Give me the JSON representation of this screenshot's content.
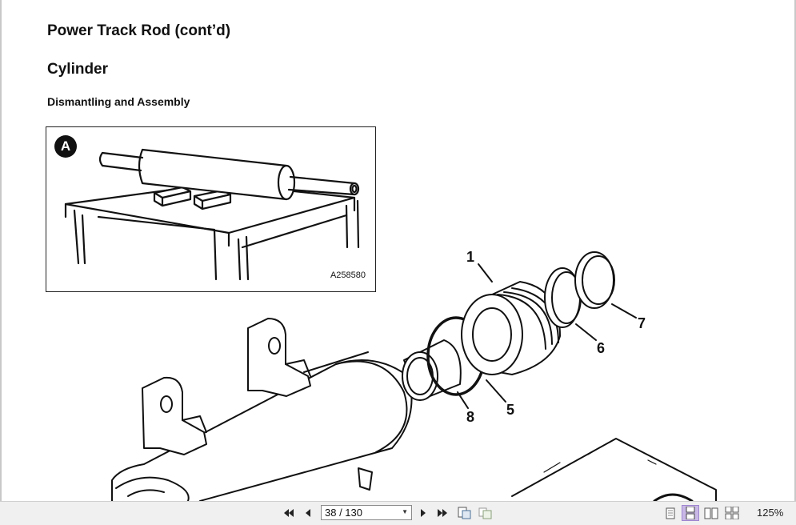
{
  "document": {
    "title": "Power Track Rod (cont’d)",
    "section": "Cylinder",
    "subsection": "Dismantling and Assembly"
  },
  "inset_figure": {
    "badge": "A",
    "reference": "A258580"
  },
  "main_figure": {
    "callouts": [
      "1",
      "5",
      "6",
      "7",
      "8"
    ]
  },
  "toolbar": {
    "page_value": "38 / 130",
    "zoom": "125%",
    "icons": [
      "first-page-icon",
      "previous-page-icon",
      "next-page-icon",
      "last-page-icon",
      "fit-page-icon",
      "thumbnail-icon",
      "single-page-view-icon",
      "continuous-view-icon",
      "two-page-view-icon",
      "two-page-continuous-view-icon"
    ],
    "active_view": "continuous-view-icon"
  }
}
